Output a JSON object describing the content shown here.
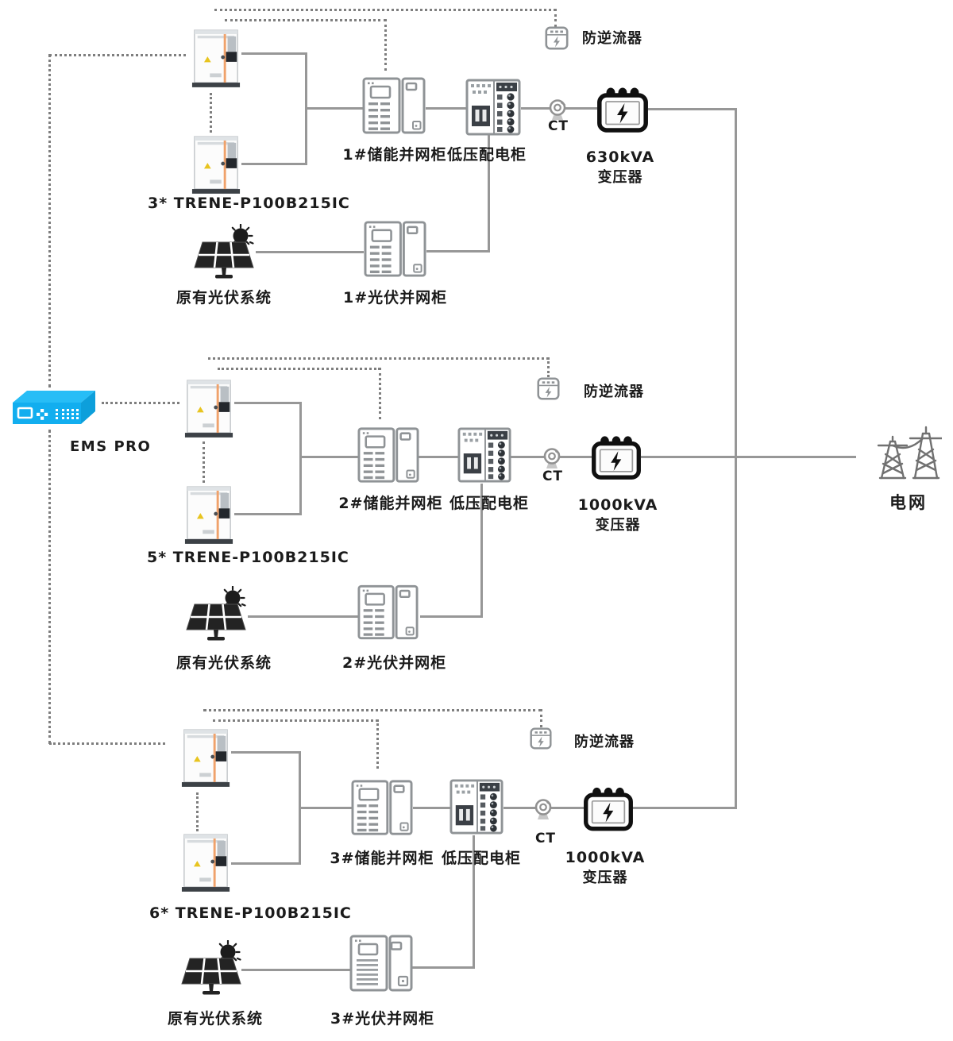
{
  "ems": {
    "label": "EMS PRO"
  },
  "grid": {
    "label": "电网"
  },
  "sections": [
    {
      "battery": "3* TRENE-P100B215IC",
      "pv_system": "原有光伏系统",
      "storage_cabinet": "1#储能并网柜",
      "lv_cabinet": "低压配电柜",
      "pv_cabinet": "1#光伏并网柜",
      "anti_backflow": "防逆流器",
      "ct": "CT",
      "transformer_capacity": "630kVA",
      "transformer_name": "变压器"
    },
    {
      "battery": "5* TRENE-P100B215IC",
      "pv_system": "原有光伏系统",
      "storage_cabinet": "2#储能并网柜",
      "lv_cabinet": "低压配电柜",
      "pv_cabinet": "2#光伏并网柜",
      "anti_backflow": "防逆流器",
      "ct": "CT",
      "transformer_capacity": "1000kVA",
      "transformer_name": "变压器"
    },
    {
      "battery": "6* TRENE-P100B215IC",
      "pv_system": "原有光伏系统",
      "storage_cabinet": "3#储能并网柜",
      "lv_cabinet": "低压配电柜",
      "pv_cabinet": "3#光伏并网柜",
      "anti_backflow": "防逆流器",
      "ct": "CT",
      "transformer_capacity": "1000kVA",
      "transformer_name": "变压器"
    }
  ],
  "colors": {
    "ems_cyan": "#12aeef",
    "line_gray": "#979797",
    "comm_dot_gray": "#7e7e7e",
    "ink": "#1b1b1b",
    "battery_stripe_orange": "#f0a26b",
    "warning_yellow": "#e8c41f",
    "transformer_black": "#101010"
  }
}
